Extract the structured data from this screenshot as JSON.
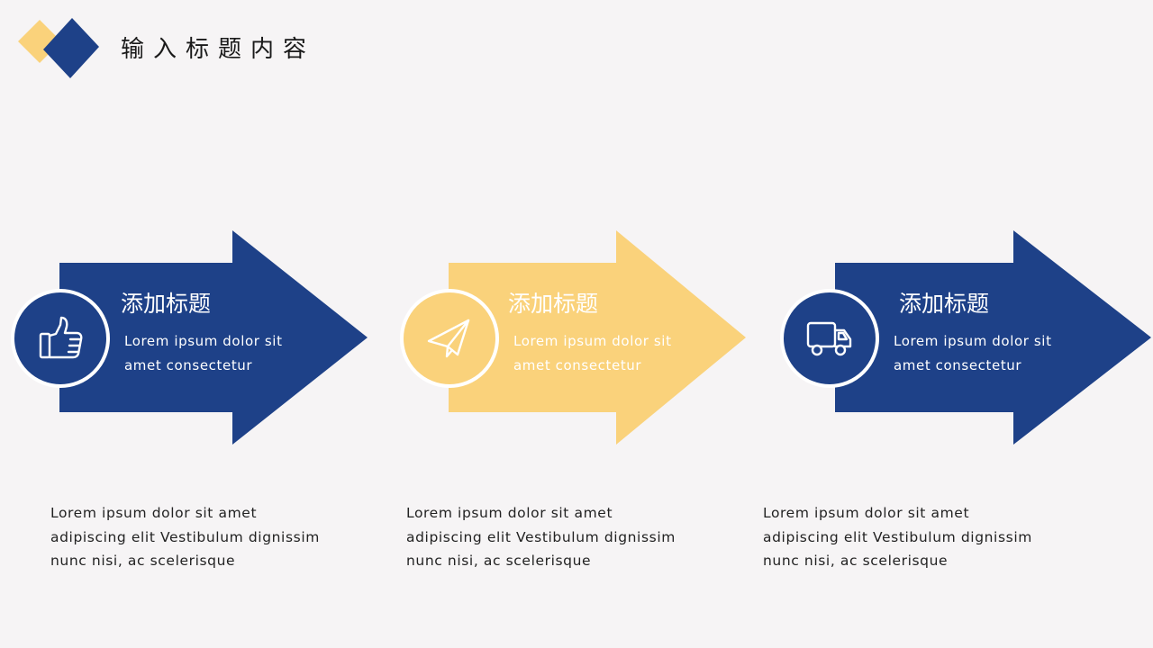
{
  "header": {
    "title": "输入标题内容"
  },
  "colors": {
    "blue": "#1e4188",
    "yellow": "#fad27b",
    "background": "#f6f4f5"
  },
  "steps": [
    {
      "icon": "thumbs-up-icon",
      "color": "blue",
      "title": "添加标题",
      "desc_line1": "Lorem ipsum dolor sit",
      "desc_line2": "amet consectetur",
      "body_line1": "Lorem ipsum dolor sit amet",
      "body_line2": "adipiscing elit Vestibulum dignissim",
      "body_line3": "nunc nisi, ac scelerisque"
    },
    {
      "icon": "paper-plane-icon",
      "color": "yellow",
      "title": "添加标题",
      "desc_line1": "Lorem ipsum dolor sit",
      "desc_line2": "amet consectetur",
      "body_line1": "Lorem ipsum dolor sit amet",
      "body_line2": "adipiscing elit Vestibulum dignissim",
      "body_line3": "nunc nisi, ac scelerisque"
    },
    {
      "icon": "truck-icon",
      "color": "blue",
      "title": "添加标题",
      "desc_line1": "Lorem ipsum dolor sit",
      "desc_line2": "amet consectetur",
      "body_line1": "Lorem ipsum dolor sit amet",
      "body_line2": "adipiscing elit Vestibulum dignissim",
      "body_line3": "nunc nisi, ac scelerisque"
    }
  ]
}
